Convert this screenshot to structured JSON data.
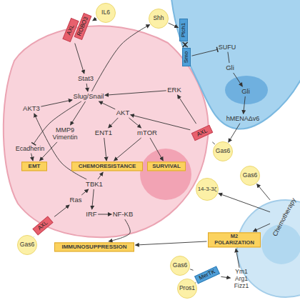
{
  "diagram": {
    "nodes": [
      {
        "text": [
          "IL6"
        ]
      },
      {
        "text": [
          "Shh"
        ]
      },
      {
        "text": [
          "AXL"
        ]
      },
      {
        "text": [
          "ROBO3"
        ]
      },
      {
        "text": [
          "Ptch1"
        ]
      },
      {
        "text": [
          "SUFU"
        ]
      },
      {
        "text": [
          "Smo"
        ]
      },
      {
        "text": [
          "Gli"
        ]
      },
      {
        "text": [
          "Stat3"
        ]
      },
      {
        "text": [
          "Gli"
        ]
      },
      {
        "text": [
          "ERK"
        ]
      },
      {
        "text": [
          "Slug/Snail"
        ]
      },
      {
        "text": [
          "AKT3"
        ]
      },
      {
        "text": [
          "AKT"
        ]
      },
      {
        "text": [
          "hMENAΔv6"
        ]
      },
      {
        "text": [
          "AXL"
        ]
      },
      {
        "text": [
          "MMP9 Vimentin"
        ]
      },
      {
        "text": [
          "ENT1"
        ]
      },
      {
        "text": [
          "mTOR"
        ]
      },
      {
        "text": [
          "Ecadherin"
        ]
      },
      {
        "text": [
          "Gas6"
        ]
      },
      {
        "text": [
          "EMT"
        ]
      },
      {
        "text": [
          "CHEMORESISTANCE"
        ]
      },
      {
        "text": [
          "SURVIVAL"
        ]
      },
      {
        "text": [
          "Gas6"
        ]
      },
      {
        "text": [
          "TBK1"
        ]
      },
      {
        "text": [
          "14-3-3ζ"
        ]
      },
      {
        "text": [
          "Ras"
        ]
      },
      {
        "text": [
          "IRF"
        ]
      },
      {
        "text": [
          "NF-KB"
        ]
      },
      {
        "text": [
          "Chemotherapy"
        ]
      },
      {
        "text": [
          "AXL"
        ]
      },
      {
        "text": [
          "M2 POLARIZATION"
        ]
      },
      {
        "text": [
          "IMMUNOSUPPRESSION"
        ]
      },
      {
        "text": [
          "Gas6"
        ]
      },
      {
        "text": [
          "Gas6"
        ]
      },
      {
        "text": [
          "MerTK"
        ]
      },
      {
        "text": [
          "Ym1 Arg1 Fizz1"
        ]
      },
      {
        "text": [
          "Pros1"
        ]
      }
    ],
    "edges": [
      {
        "from": 0,
        "to": 3,
        "arrow": "to"
      },
      {
        "from": 2,
        "to": 8,
        "arrow": "to"
      },
      {
        "from": 8,
        "to": 11,
        "arrow": "to"
      },
      {
        "from": 11,
        "to": 1,
        "arrow": "to"
      },
      {
        "from": 1,
        "to": 4,
        "arrow": "to"
      },
      {
        "from": 4,
        "to": 6,
        "arrow": "none"
      },
      {
        "from": 6,
        "to": 5,
        "arrow": "to"
      },
      {
        "from": 5,
        "to": 7,
        "arrow": "none"
      },
      {
        "from": 7,
        "to": 9,
        "arrow": "to"
      },
      {
        "from": 9,
        "to": 14,
        "arrow": "to"
      },
      {
        "from": 14,
        "to": 20,
        "arrow": "to"
      },
      {
        "from": 20,
        "to": 15,
        "arrow": "none"
      },
      {
        "from": 15,
        "to": 10,
        "arrow": "to"
      },
      {
        "from": 15,
        "to": 13,
        "arrow": "to"
      },
      {
        "from": 10,
        "to": 11,
        "arrow": "to"
      },
      {
        "from": 13,
        "to": 11,
        "arrow": "to"
      },
      {
        "from": 12,
        "to": 11,
        "arrow": "to"
      },
      {
        "from": 13,
        "to": 17,
        "arrow": "to"
      },
      {
        "from": 13,
        "to": 18,
        "arrow": "to"
      },
      {
        "from": 11,
        "to": 16,
        "arrow": "to"
      },
      {
        "from": 11,
        "to": 19,
        "arrow": "to"
      },
      {
        "from": 16,
        "to": 21,
        "arrow": "to"
      },
      {
        "from": 19,
        "to": 21,
        "arrow": "to"
      },
      {
        "from": 17,
        "to": 22,
        "arrow": "to"
      },
      {
        "from": 18,
        "to": 22,
        "arrow": "to"
      },
      {
        "from": 18,
        "to": 23,
        "arrow": "to"
      },
      {
        "from": 25,
        "to": 22,
        "arrow": "to"
      },
      {
        "from": 25,
        "to": 12,
        "arrow": "to"
      },
      {
        "from": 27,
        "to": 25,
        "arrow": "to"
      },
      {
        "from": 25,
        "to": 28,
        "arrow": "to"
      },
      {
        "from": 28,
        "to": 29,
        "arrow": "to"
      },
      {
        "from": 29,
        "to": 33,
        "arrow": "to"
      },
      {
        "from": 31,
        "to": 27,
        "arrow": "to"
      },
      {
        "from": 34,
        "to": 31,
        "arrow": "none"
      },
      {
        "from": 30,
        "to": 26,
        "arrow": "to"
      },
      {
        "from": 30,
        "to": 24,
        "arrow": "to"
      },
      {
        "from": 30,
        "to": 32,
        "arrow": "to"
      },
      {
        "from": 32,
        "to": 33,
        "arrow": "to"
      },
      {
        "from": 35,
        "to": 36,
        "arrow": "none"
      },
      {
        "from": 38,
        "to": 36,
        "arrow": "none"
      },
      {
        "from": 36,
        "to": 37,
        "arrow": "to"
      },
      {
        "from": 37,
        "to": 32,
        "arrow": "to"
      }
    ]
  }
}
